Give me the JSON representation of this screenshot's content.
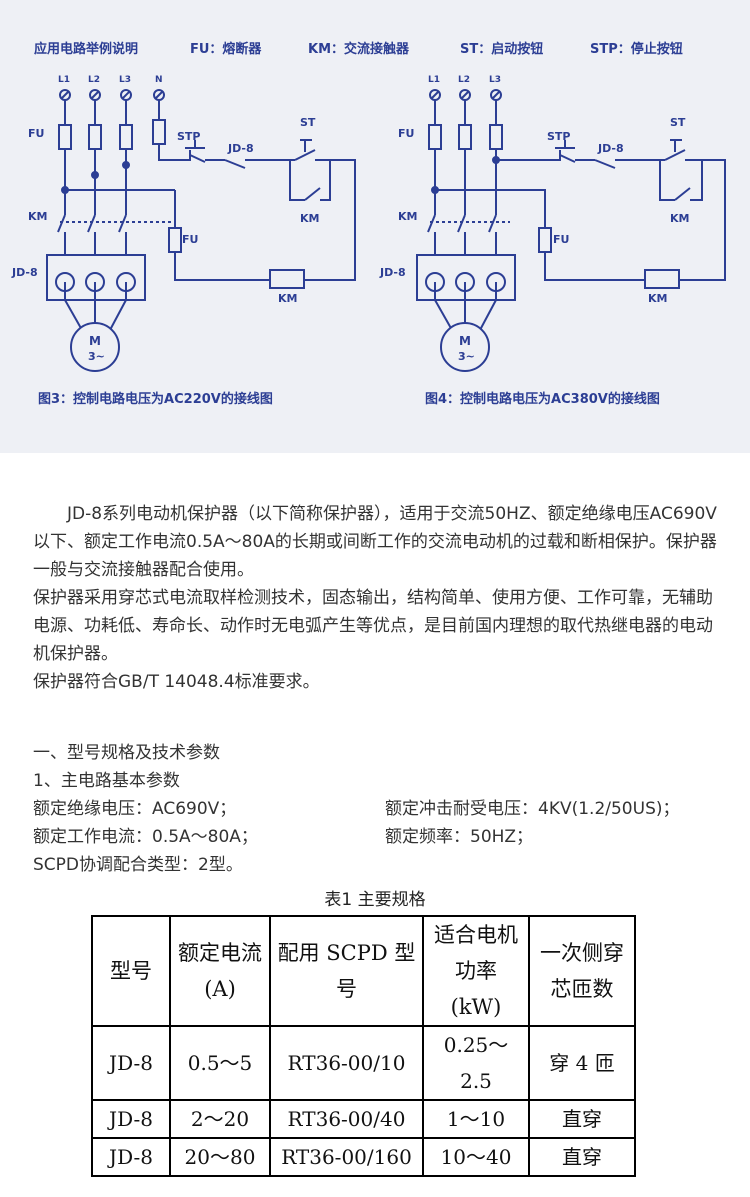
{
  "legend": [
    "应用电路举例说明",
    "FU：熔断器",
    "KM：交流接触器",
    "ST：启动按钮",
    "STP：停止按钮"
  ],
  "diagram_labels": {
    "phases_left": [
      "L1",
      "L2",
      "L3",
      "N"
    ],
    "phases_right": [
      "L1",
      "L2",
      "L3"
    ],
    "fu": "FU",
    "km": "KM",
    "jd": "JD-8",
    "stp": "STP",
    "st": "ST",
    "motor_line1": "M",
    "motor_line2": "3~"
  },
  "captions": {
    "left": "图3：控制电路电压为AC220V的接线图",
    "right": "图4：控制电路电压为AC380V的接线图"
  },
  "intro": {
    "p1": "JD-8系列电动机保护器（以下简称保护器），适用于交流50HZ、额定绝缘电压AC690V以下、额定工作电流0.5A～80A的长期或间断工作的交流电动机的过载和断相保护。保护器一般与交流接触器配合使用。",
    "p2": "保护器采用穿芯式电流取样检测技术，固态输出，结构简单、使用方便、工作可靠，无辅助电源、功耗低、寿命长、动作时无电弧产生等优点，是目前国内理想的取代热继电器的电动机保护器。",
    "p3": "保护器符合GB/T 14048.4标准要求。"
  },
  "section": {
    "heading1": "一、型号规格及技术参数",
    "heading2": "1、主电路基本参数",
    "rated_insulation": "额定绝缘电压：AC690V；",
    "impulse": "额定冲击耐受电压：4KV(1.2/50US)；",
    "rated_current": "额定工作电流：0.5A～80A；",
    "frequency": "额定频率：50HZ；",
    "scpd": "SCPD协调配合类型：2型。"
  },
  "table": {
    "title": "表1 主要规格",
    "headers": [
      "型号",
      "额定电流 (A)",
      "配用 SCPD 型号",
      "适合电机功率 (kW)",
      "一次侧穿芯匝数"
    ],
    "rows": [
      [
        "JD-8",
        "0.5～5",
        "RT36-00/10",
        "0.25～2.5",
        "穿 4 匝"
      ],
      [
        "JD-8",
        "2～20",
        "RT36-00/40",
        "1～10",
        "直穿"
      ],
      [
        "JD-8",
        "20～80",
        "RT36-00/160",
        "10～40",
        "直穿"
      ]
    ]
  },
  "colors": {
    "diagram_blue": "#2c3e94",
    "panel_bg": "#eef0f5"
  }
}
